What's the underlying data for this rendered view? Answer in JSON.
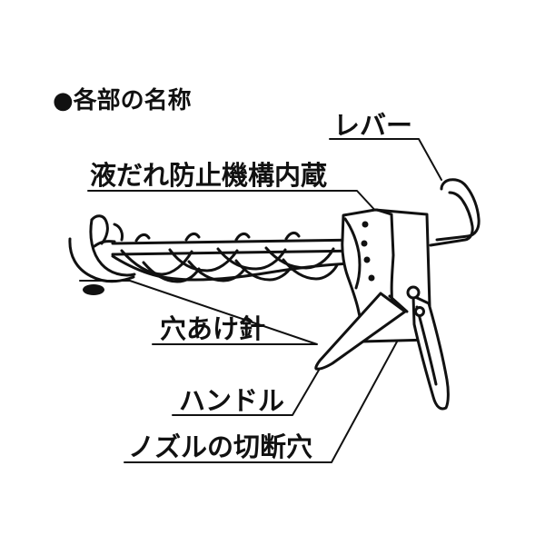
{
  "title": "●各部の名称",
  "labels": {
    "lever": "レバー",
    "drip_prevention": "液だれ防止機構内蔵",
    "piercing_needle": "穴あけ針",
    "handle": "ハンドル",
    "nozzle_cutting_hole": "ノズルの切断穴"
  }
}
